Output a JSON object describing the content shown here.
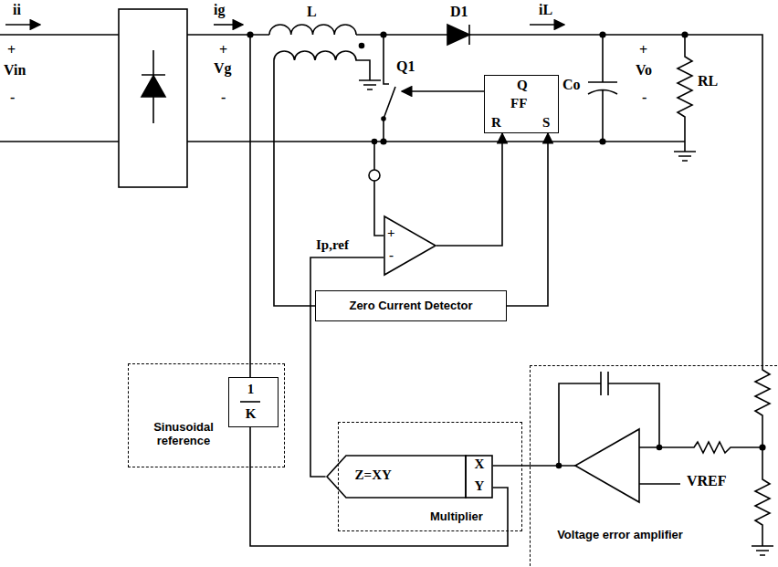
{
  "diagram": {
    "nodes": [
      {
        "text": [
          "Q",
          "FF",
          "R",
          "S"
        ]
      },
      {
        "text": [
          "+",
          "-"
        ]
      },
      {
        "text": [
          "Zero Current Detector"
        ]
      },
      {
        "text": [
          "Sinusoidal reference"
        ]
      },
      {
        "text": [
          "1",
          "K"
        ],
        "in": 3
      },
      {
        "text": [
          "Multiplier"
        ]
      },
      {
        "text": [
          "Z=XY",
          "X",
          "Y"
        ],
        "in": 5
      },
      {
        "text": [
          "Voltage error amplifier"
        ]
      }
    ],
    "edges": [
      {
        "from": 1,
        "to": 0,
        "arrow": "to"
      },
      {
        "from": 2,
        "to": 0,
        "arrow": "to"
      },
      {
        "from": 6,
        "to": 1,
        "arrow": "none",
        "label": "Ip,ref"
      },
      {
        "from": 4,
        "to": 6,
        "arrow": "none"
      },
      {
        "from": 7,
        "to": 6,
        "arrow": "none"
      }
    ],
    "labels": [
      "ii",
      "+",
      "Vin",
      "-",
      "ig",
      "+",
      "Vg",
      "-",
      "L",
      "D1",
      "iL",
      "Q1",
      "Co",
      "+",
      "Vo",
      "-",
      "RL",
      "VREF"
    ]
  }
}
